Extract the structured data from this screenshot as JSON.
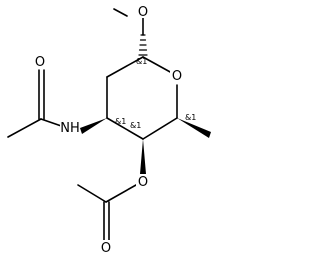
{
  "molecule": {
    "atoms": {
      "ring_oxygen": "O",
      "methoxy_oxygen": "O",
      "acetamide_oxygen": "O",
      "amide_nitrogen": "NH",
      "ester_oxygen": "O",
      "ester_carbonyl_oxygen": "O"
    },
    "stereo_labels": {
      "anomeric_carbon": "&1",
      "amide_carbon": "&1",
      "ester_carbon": "&1",
      "methyl_carbon": "&1"
    }
  }
}
